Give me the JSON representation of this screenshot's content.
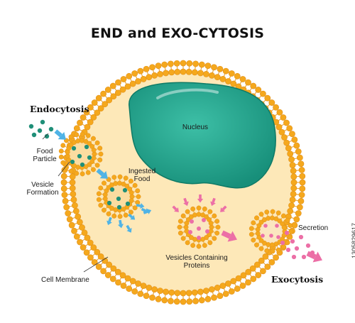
{
  "title": "END and EXO-CYTOSIS",
  "labels": {
    "endocytosis": "Endocytosis",
    "food_particle": "Food\nParticle",
    "vesicle_formation": "Vesicle\nFormation",
    "ingested_food": "Ingested\nFood",
    "nucleus": "Nucleus",
    "vesicles_containing_proteins": "Vesicles Containing\nProteins",
    "secretion": "Secretion",
    "exocytosis": "Exocytosis",
    "cell_membrane": "Cell Membrane"
  },
  "stock_id": "1305829617",
  "colors": {
    "membrane_head": "#f5a81d",
    "cytoplasm": "#fde8b8",
    "nucleus": "#1a9e87",
    "food_particle": "#1f8f78",
    "protein": "#ec6fa6",
    "inward_arrow": "#4fb3e6",
    "outward_arrow": "#ec6fa6"
  }
}
